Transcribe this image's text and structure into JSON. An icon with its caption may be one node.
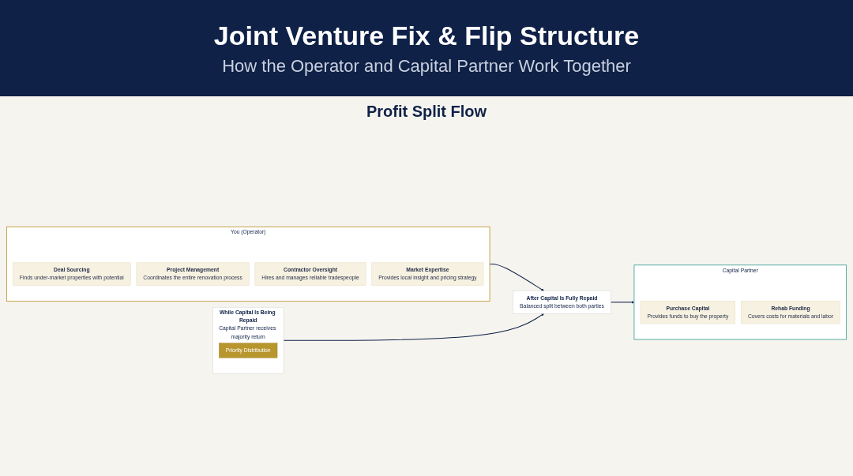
{
  "diagram": {
    "title": "Joint Venture Fix & Flip Structure",
    "caption": "How the Operator and Capital Partner Work Together",
    "nodes": [
      {
        "text": [
          "You (Operator)"
        ]
      },
      {
        "text": [
          "Deal Sourcing",
          "Finds under-market properties with potential"
        ],
        "in": 0
      },
      {
        "text": [
          "Project Management",
          "Coordinates the entire renovation process"
        ],
        "in": 0
      },
      {
        "text": [
          "Contractor Oversight",
          "Hires and manages reliable tradespeople"
        ],
        "in": 0
      },
      {
        "text": [
          "Market Expertise",
          "Provides local insight and pricing strategy"
        ],
        "in": 0
      },
      {
        "text": [
          "While Capital Is Being Repaid",
          "Capital Partner receives majority return"
        ]
      },
      {
        "text": [
          "Priority Distribution"
        ],
        "in": 5
      },
      {
        "text": [
          "After Capital Is Fully Repaid",
          "Balanced split between both parties"
        ]
      },
      {
        "text": [
          "Capital Partner"
        ]
      },
      {
        "text": [
          "Purchase Capital",
          "Provides funds to buy the property"
        ],
        "in": 8
      },
      {
        "text": [
          "Rehab Funding",
          "Covers costs for materials and labor"
        ],
        "in": 8
      }
    ],
    "edges": [
      {
        "from": 0,
        "to": 7,
        "arrow": "to"
      },
      {
        "from": 5,
        "to": 7,
        "arrow": "to"
      },
      {
        "from": 7,
        "to": 8,
        "arrow": "to"
      }
    ],
    "labels": [
      "Profit Split Flow"
    ]
  }
}
